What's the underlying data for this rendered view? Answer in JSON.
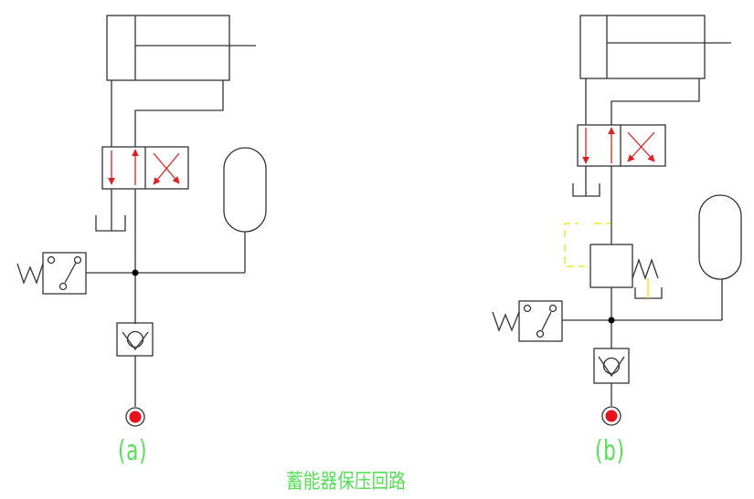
{
  "labels": {
    "circuit_a": "(a)",
    "circuit_b": "(b)",
    "caption": "蓄能器保压回路"
  },
  "colors": {
    "line": "#333333",
    "flow_arrow": "#e02020",
    "pump_fill": "#e8101a",
    "text": "#55e055",
    "valve_pilot": "#e6e600"
  },
  "components": {
    "circuit_a": [
      "cylinder",
      "directional-valve-4-2",
      "tank",
      "accumulator",
      "pressure-switch",
      "check-valve",
      "pump"
    ],
    "circuit_b": [
      "cylinder",
      "directional-valve-4-2",
      "tank",
      "accumulator",
      "pressure-valve",
      "pressure-switch",
      "check-valve",
      "pump"
    ]
  }
}
